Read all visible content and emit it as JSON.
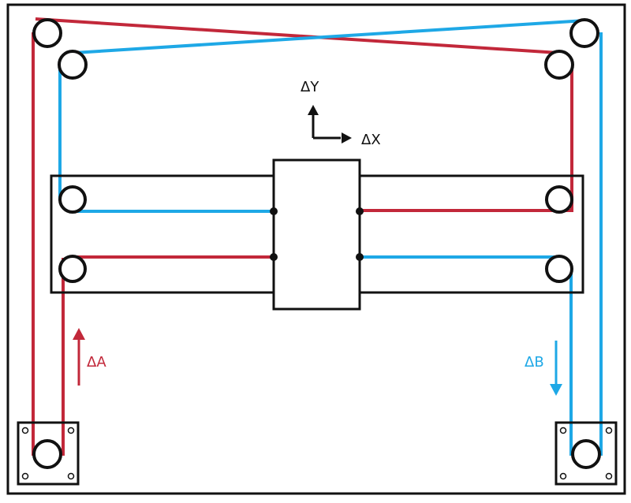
{
  "diagram": {
    "axis_labels": {
      "dy": "ΔY",
      "dx": "ΔX"
    },
    "motor_labels": {
      "da": "ΔA",
      "db": "ΔB"
    }
  },
  "colors": {
    "frame": "#111111",
    "red_belt": "#c2283a",
    "blue_belt": "#1ea8e6"
  },
  "icons": [
    "pulley-icon",
    "stepper-motor-icon",
    "arrow-up-icon",
    "arrow-down-icon",
    "arrow-right-icon"
  ]
}
